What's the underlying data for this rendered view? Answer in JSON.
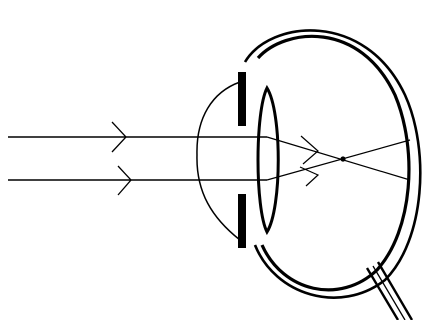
{
  "diagram": {
    "subject": "eye-cross-section",
    "colors": {
      "background": "#ffffff",
      "ink": "#000000"
    },
    "light_rays_count": 2,
    "focus_point": "inside-eye-before-retina",
    "parts": [
      "cornea",
      "iris",
      "lens",
      "sclera",
      "retina",
      "optic-nerve",
      "incoming-light-rays",
      "refracted-rays",
      "focal-point"
    ]
  }
}
